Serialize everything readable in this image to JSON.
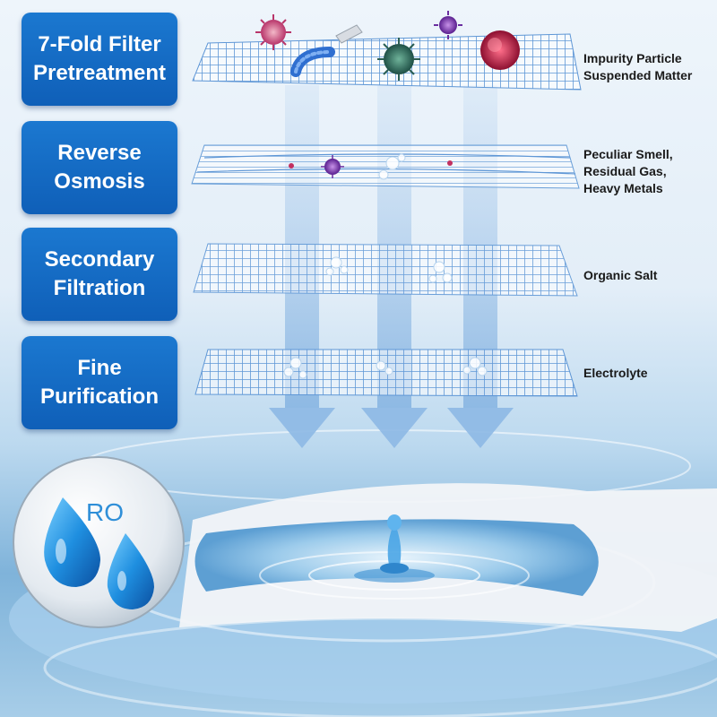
{
  "stages": [
    {
      "line1": "7-Fold Filter",
      "line2": "Pretreatment"
    },
    {
      "line1": "Reverse",
      "line2": "Osmosis"
    },
    {
      "line1": "Secondary",
      "line2": "Filtration"
    },
    {
      "line1": "Fine",
      "line2": "Purification"
    }
  ],
  "removed": [
    {
      "lines": [
        "Impurity Particle",
        "Suspended Matter"
      ]
    },
    {
      "lines": [
        "Peculiar Smell,",
        "Residual Gas,",
        "Heavy Metals"
      ]
    },
    {
      "lines": [
        "Organic Salt"
      ]
    },
    {
      "lines": [
        "Electrolyte"
      ]
    }
  ],
  "badge": {
    "text": "RO"
  },
  "colors": {
    "stage_box": "#1b78d0",
    "arrow": "#9fc3e8",
    "mesh": "#6a9fd8",
    "water": "#7fb3da"
  }
}
